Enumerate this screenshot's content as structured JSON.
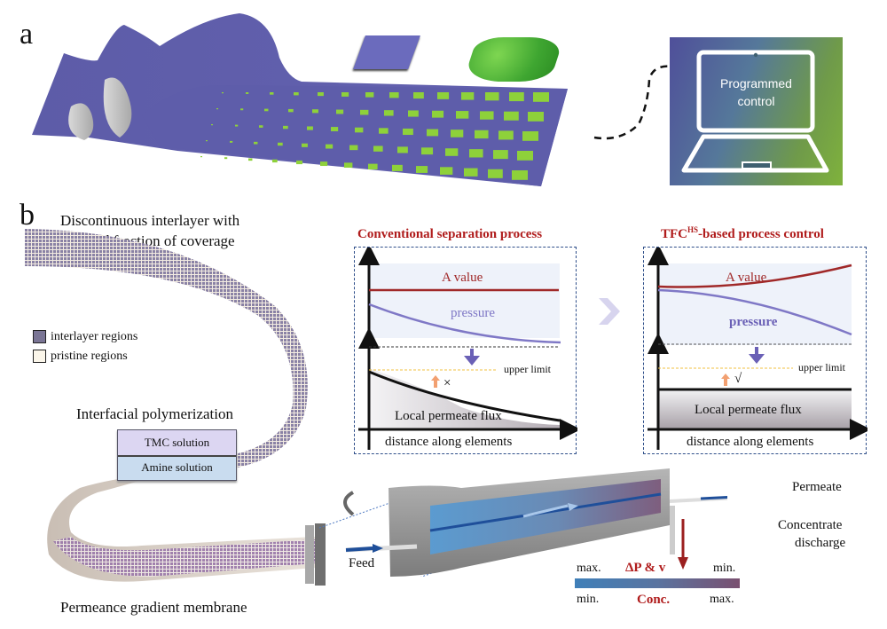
{
  "panel_a": {
    "label": "a",
    "laptop_text_line1": "Programmed",
    "laptop_text_line2": "control",
    "colors": {
      "sheet": "#5b5ba6",
      "patch": "#8ed13a",
      "laptop_bg_start": "#4f4f9a",
      "laptop_bg_end": "#7fb23c"
    }
  },
  "panel_b": {
    "label": "b",
    "left": {
      "title_line1": "Discontinuous interlayer with",
      "title_line2": "varied fraction of coverage",
      "legend": [
        {
          "label": "interlayer regions",
          "color": "#7a7595"
        },
        {
          "label": "pristine regions",
          "color": "#fbf6ea"
        }
      ],
      "ip_title": "Interfacial polymerization",
      "tmc_label": "TMC solution",
      "amine_label": "Amine solution",
      "bottom_title": "Permeance gradient membrane"
    },
    "conventional": {
      "title": "Conventional separation process",
      "a_value_label": "A value",
      "pressure_label": "pressure",
      "upper_limit_label": "upper limit",
      "mark": "×",
      "flux_label": "Local permeate flux",
      "x_axis_label": "distance along  elements"
    },
    "tfc": {
      "title_prefix": "TFC",
      "title_sup": "HS",
      "title_suffix": "-based process control",
      "a_value_label": "A value",
      "pressure_label": "pressure",
      "upper_limit_label": "upper limit",
      "mark": "√",
      "flux_label": "Local permeate flux",
      "x_axis_label": "distance along elements"
    },
    "module": {
      "feed_label": "Feed",
      "permeate_label": "Permeate",
      "concentrate_line1": "Concentrate",
      "concentrate_line2": "discharge",
      "scale_top_left": "max.",
      "scale_top_title": "ΔP & v",
      "scale_top_right": "min.",
      "scale_bottom_left": "min.",
      "scale_bottom_title": "Conc.",
      "scale_bottom_right": "max.",
      "colors": {
        "low": "#3f7fb8",
        "high": "#7a5070",
        "accent_red": "#b01c1c"
      }
    }
  }
}
